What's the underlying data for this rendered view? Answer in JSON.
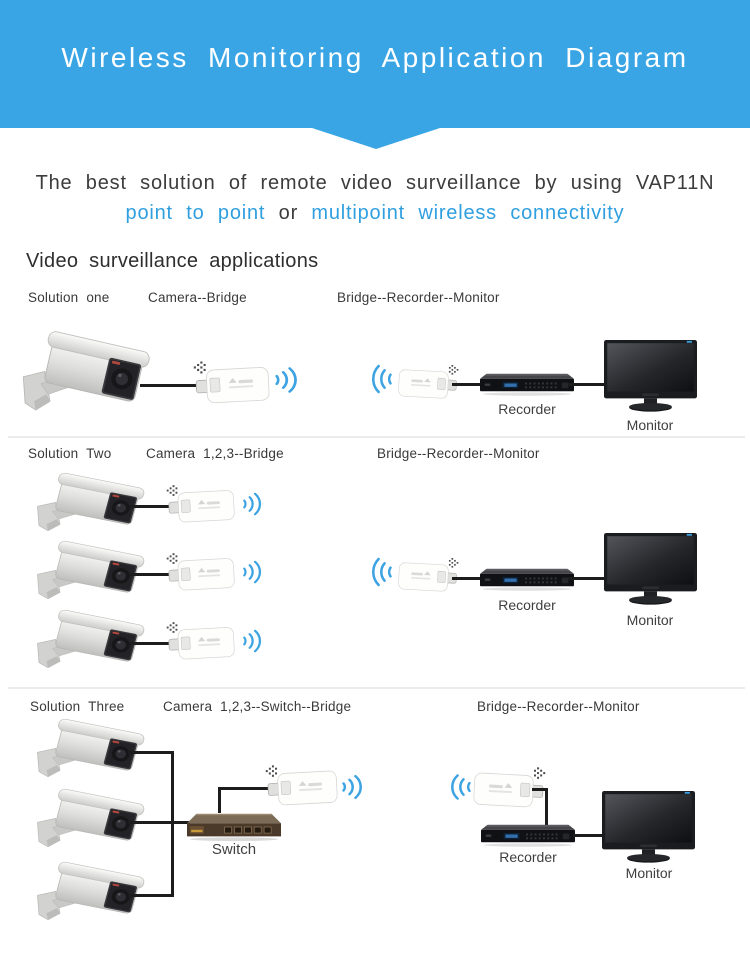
{
  "header": {
    "title": "Wireless Monitoring Application Diagram"
  },
  "intro": {
    "line1": "The best solution of remote video surveillance by using VAP11N",
    "line2_part1": "point to point",
    "line2_or": "or",
    "line2_part2": "multipoint wireless connectivity"
  },
  "section_heading": "Video surveillance applications",
  "solutions": [
    {
      "title": "Solution one",
      "left_topology": "Camera--Bridge",
      "right_topology": "Bridge--Recorder--Monitor",
      "labels": {
        "recorder": "Recorder",
        "monitor": "Monitor"
      }
    },
    {
      "title": "Solution Two",
      "left_topology": "Camera 1,2,3--Bridge",
      "right_topology": "Bridge--Recorder--Monitor",
      "labels": {
        "recorder": "Recorder",
        "monitor": "Monitor"
      }
    },
    {
      "title": "Solution Three",
      "left_topology": "Camera 1,2,3--Switch--Bridge",
      "right_topology": "Bridge--Recorder--Monitor",
      "labels": {
        "switch": "Switch",
        "recorder": "Recorder",
        "monitor": "Monitor"
      }
    }
  ],
  "colors": {
    "header_blue": "#39a5e5",
    "accent_text_blue": "#2f9fdf",
    "wifi_wave_blue": "#3da3e2",
    "body_text": "#3c3c3c"
  }
}
